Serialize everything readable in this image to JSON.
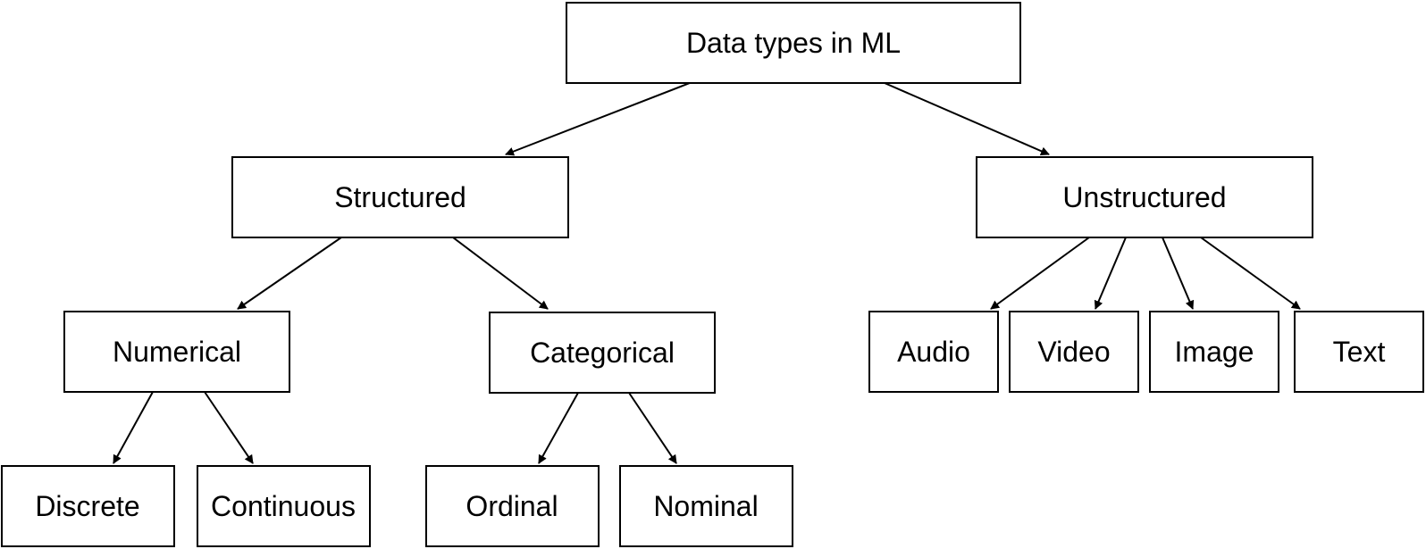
{
  "diagram": {
    "root": {
      "label": "Data types in ML"
    },
    "structured": {
      "label": "Structured"
    },
    "unstructured": {
      "label": "Unstructured"
    },
    "numerical": {
      "label": "Numerical"
    },
    "categorical": {
      "label": "Categorical"
    },
    "discrete": {
      "label": "Discrete"
    },
    "continuous": {
      "label": "Continuous"
    },
    "ordinal": {
      "label": "Ordinal"
    },
    "nominal": {
      "label": "Nominal"
    },
    "audio": {
      "label": "Audio"
    },
    "video": {
      "label": "Video"
    },
    "image": {
      "label": "Image"
    },
    "text": {
      "label": "Text"
    }
  },
  "colors": {
    "stroke": "#000000",
    "fill": "#ffffff",
    "background": "#ffffff"
  }
}
